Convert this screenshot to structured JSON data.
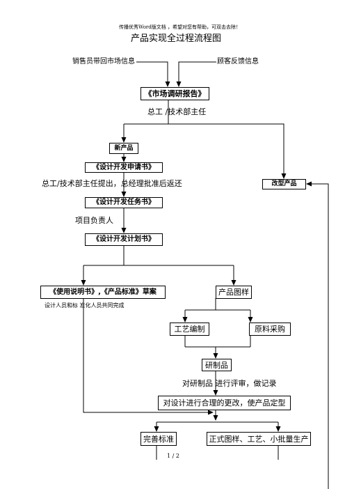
{
  "header_note": "传播优秀Word版文档 ，希望对您有帮助，可双击去除！",
  "title": "产品实现全过程流程图",
  "inputs": {
    "sales": "销售员带回市场信息",
    "customer": "顾客反馈信息"
  },
  "nodes": {
    "market_report": "《市场调研报告》",
    "new_product": "新产品",
    "dev_application": "《设计开发申请书》",
    "improve_product": "改型产品",
    "dev_task": "《设计开发任务书》",
    "dev_plan": "《设计开发计划书》",
    "manual_standard": "《使用说明书》,《产品标准》草案",
    "product_drawing": "产品图样",
    "process_prep": "工艺编制",
    "material_purchase": "原料采购",
    "prototype": "研制品",
    "finalize": "对设计进行合理的更改，使产品定型",
    "complete_standard": "完善标准",
    "formal_production": "正式图样、工艺、小批量生产"
  },
  "labels": {
    "chief_engineer": "总工 /技术部主任",
    "approval": "总工/技术部主任提出，总经理批准后返还",
    "project_lead": "项目负责人",
    "joint_completion": "设计人员和标 准化人员共同完成",
    "review": "对研制品 进行评审，做记录"
  },
  "footer": {
    "page": "1 / 2"
  }
}
